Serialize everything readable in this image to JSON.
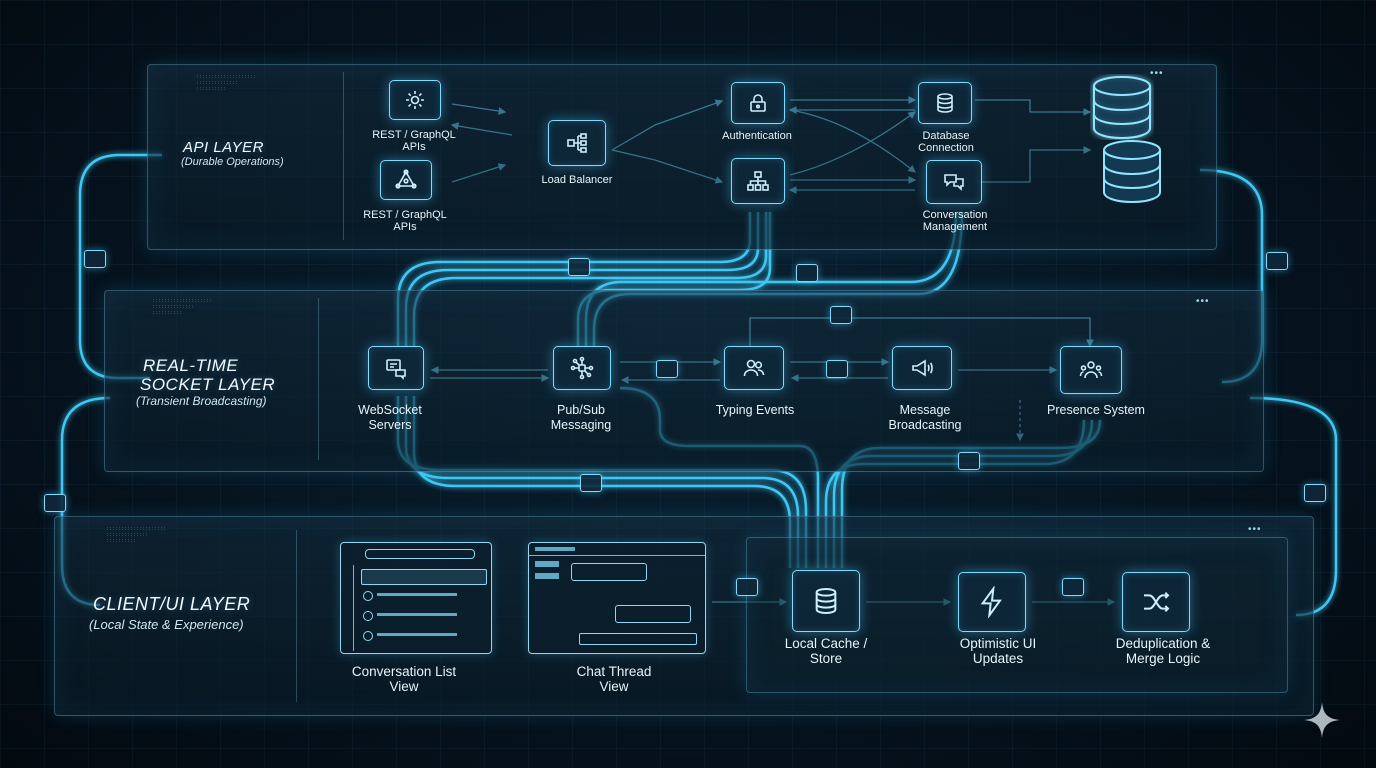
{
  "layers": {
    "api": {
      "title": "API LAYER",
      "subtitle": "(Durable Operations)"
    },
    "socket": {
      "title_line1": "REAL-TIME",
      "title_line2": "SOCKET LAYER",
      "subtitle": "(Transient Broadcasting)"
    },
    "client": {
      "title": "CLIENT/UI LAYER",
      "subtitle": "(Local State & Experience)"
    }
  },
  "api_nodes": {
    "rest1": {
      "line1": "REST / GraphQL",
      "line2": "APIs",
      "icon": "gear-icon"
    },
    "rest2": {
      "line1": "REST / GraphQL",
      "line2": "APIs",
      "icon": "graph-icon"
    },
    "load_balancer": {
      "label": "Load Balancer",
      "icon": "network-icon"
    },
    "authentication": {
      "label": "Authentication",
      "icon": "lock-icon"
    },
    "hierarchy": {
      "label": "",
      "icon": "hierarchy-icon"
    },
    "database": {
      "line1": "Database",
      "line2": "Connection",
      "icon": "database-icon"
    },
    "conversation": {
      "line1": "Conversation",
      "line2": "Management",
      "icon": "chat-bubbles-icon"
    }
  },
  "socket_nodes": {
    "websocket": {
      "line1": "WebSocket",
      "line2": "Servers",
      "icon": "server-chat-icon"
    },
    "pubsub": {
      "line1": "Pub/Sub",
      "line2": "Messaging",
      "icon": "hub-icon"
    },
    "typing": {
      "label": "Typing Events",
      "icon": "users-icon"
    },
    "broadcast": {
      "line1": "Message",
      "line2": "Broadcasting",
      "icon": "megaphone-icon"
    },
    "presence": {
      "label": "Presence System",
      "icon": "group-icon"
    }
  },
  "client_nodes": {
    "conv_list": {
      "line1": "Conversation List",
      "line2": "View"
    },
    "chat_thread": {
      "line1": "Chat Thread",
      "line2": "View"
    },
    "cache": {
      "line1": "Local Cache /",
      "line2": "Store",
      "icon": "database-icon"
    },
    "optimistic": {
      "line1": "Optimistic UI",
      "line2": "Updates",
      "icon": "lightning-icon"
    },
    "dedup": {
      "line1": "Deduplication &",
      "line2": "Merge Logic",
      "icon": "shuffle-icon"
    }
  },
  "colors": {
    "accent": "#5fd8ff",
    "glow": "#2fb8ff",
    "panel": "#0e2a3c"
  }
}
